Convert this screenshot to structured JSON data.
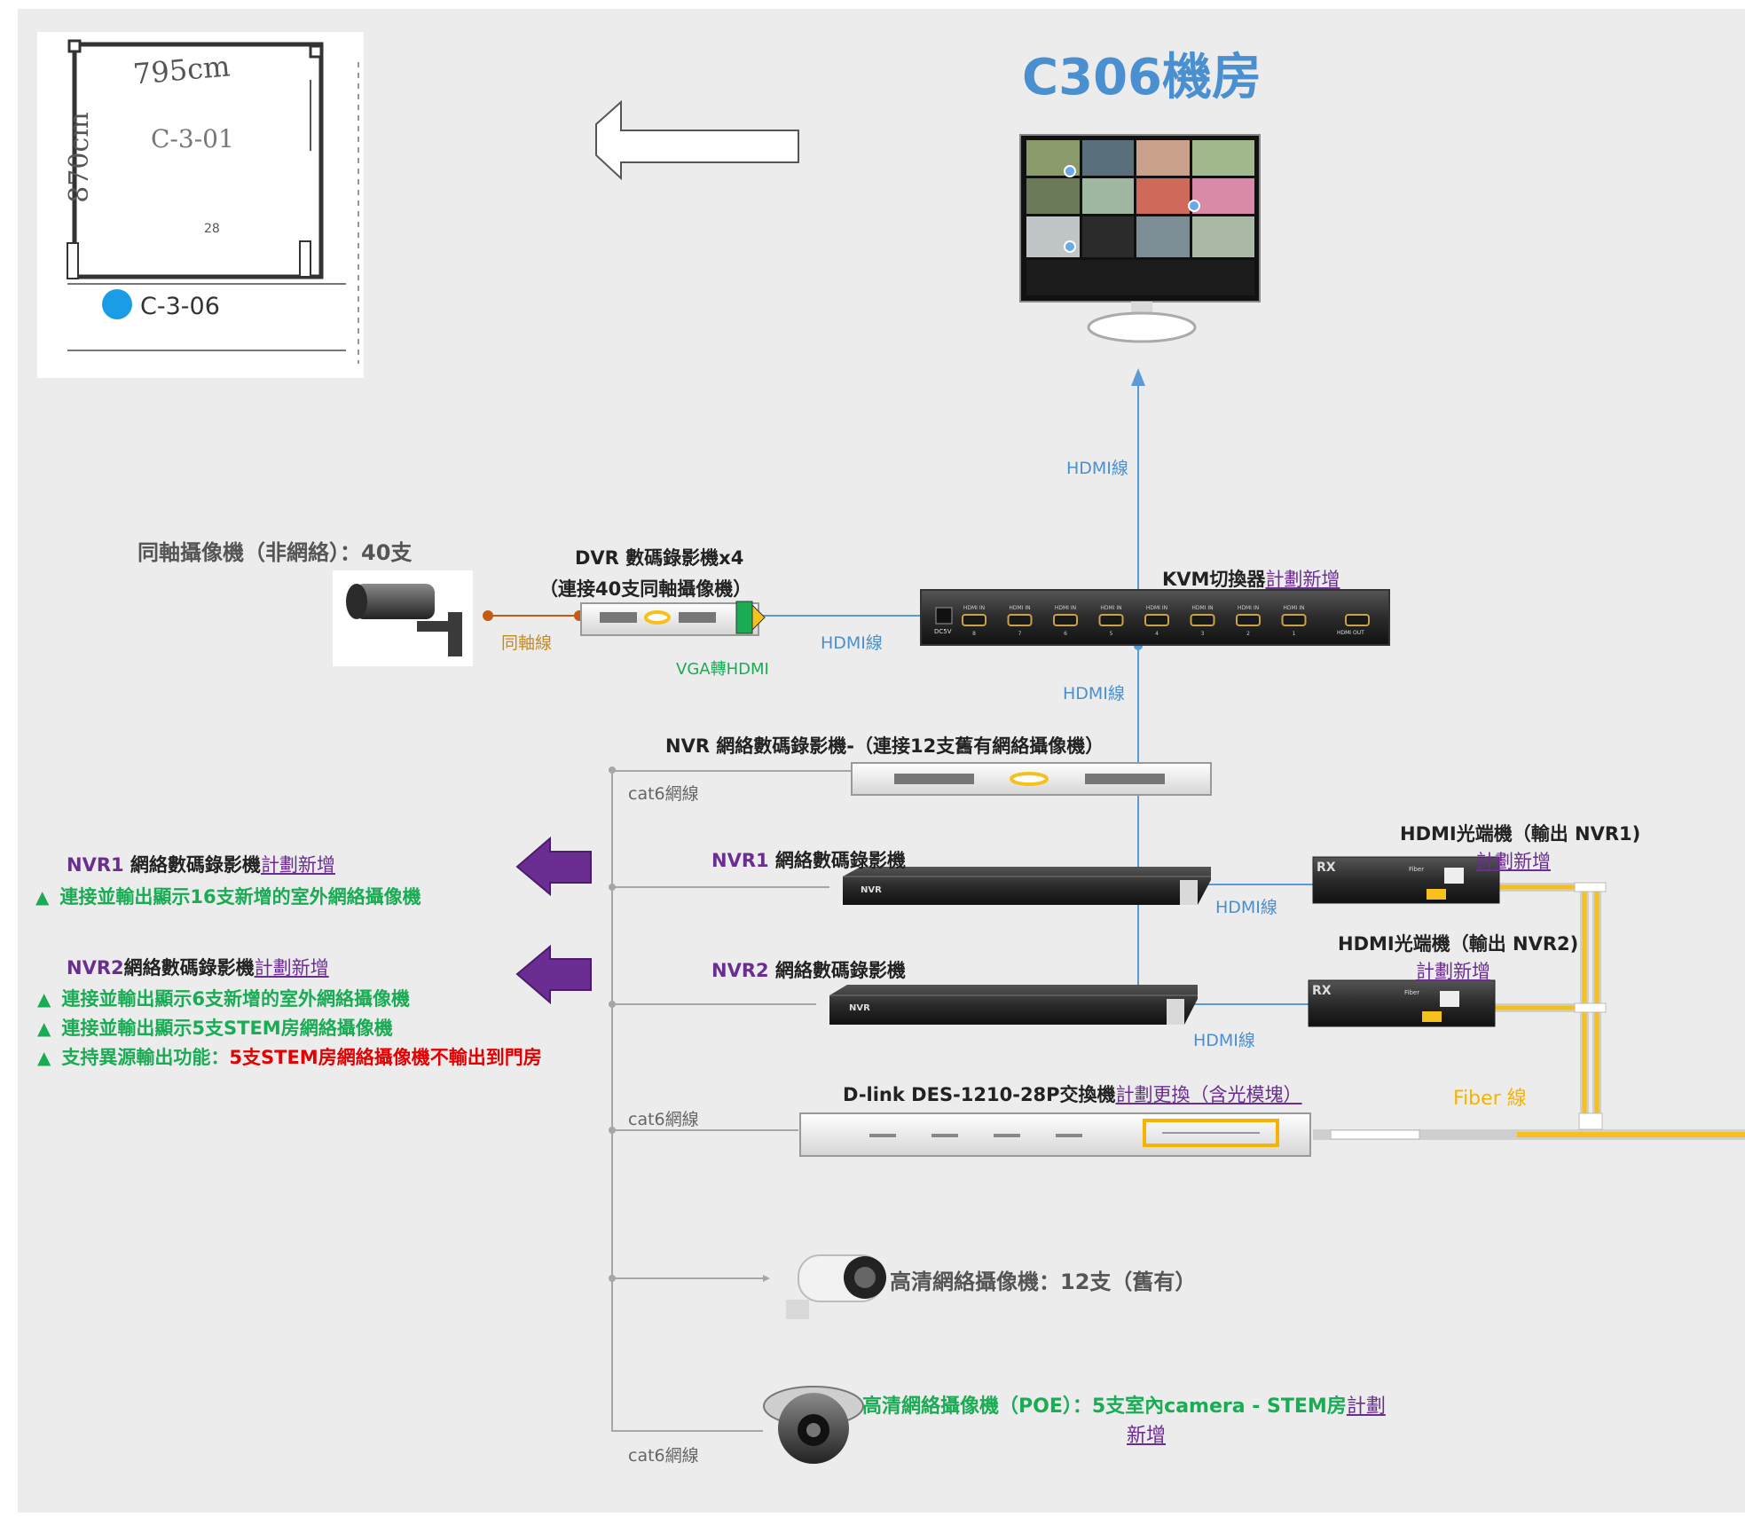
{
  "title": "C306機房",
  "floorplan": {
    "dimension_top": "795cm",
    "dimension_side": "870cm",
    "room_code": "C-3-01",
    "small_mark": "28",
    "room_label": "C-3-06"
  },
  "coax_cameras": {
    "label": "同軸攝像機（非網絡）：40支"
  },
  "dvr": {
    "line1": "DVR 數碼錄影機x4",
    "line2": "（連接40支同軸攝像機）",
    "vga_label": "VGA轉HDMI"
  },
  "cables": {
    "coax": "同軸線",
    "hdmi": "HDMI線",
    "cat6": "cat6網線",
    "fiber": "Fiber 線"
  },
  "kvm": {
    "label": "KVM切換器",
    "plan": "計劃新增",
    "port_inputs": [
      "8",
      "7",
      "6",
      "5",
      "4",
      "3",
      "2",
      "1"
    ],
    "port_in_label": "HDMI IN",
    "port_out_label": "HDMI OUT",
    "dc_label": "DC5V"
  },
  "nvr": {
    "label": "NVR 網絡數碼錄影機-（連接12支舊有網絡攝像機）"
  },
  "nvr1": {
    "prefix": "NVR1",
    "label": " 網絡數碼錄影機",
    "brand": "NVR"
  },
  "nvr2": {
    "prefix": "NVR2",
    "label": " 網絡數碼錄影機",
    "brand": "NVR"
  },
  "notes_nvr1": {
    "prefix": "NVR1",
    "label": " 網絡數碼錄影機",
    "plan": "計劃新增",
    "items": [
      "連接並輸出顯示16支新增的室外網絡攝像機"
    ]
  },
  "notes_nvr2": {
    "prefix": "NVR2",
    "label": "網絡數碼錄影機",
    "plan": "計劃新增",
    "items": [
      "連接並輸出顯示6支新增的室外網絡攝像機",
      "連接並輸出顯示5支STEM房網絡攝像機"
    ],
    "item3_prefix": "支持異源輸出功能：",
    "item3_red": "5支STEM房網絡攝像機不輸出到門房"
  },
  "fiber1": {
    "label": "HDMI光端機（輸出 NVR1)",
    "plan": "計劃新增",
    "rx": "RX",
    "tag": "Fiber"
  },
  "fiber2": {
    "label": "HDMI光端機（輸出 NVR2)",
    "plan": "計劃新增",
    "rx": "RX",
    "tag": "Fiber"
  },
  "switch": {
    "label": "D-link DES-1210-28P交換機",
    "plan": "計劃更換（含光模塊）"
  },
  "hd_camera": {
    "label": "高清網絡攝像機：12支（舊有）"
  },
  "poe_camera": {
    "label": "高清網絡攝像機（POE）：5支室內camera - STEM房",
    "plan1": "計劃",
    "plan2": "新增"
  },
  "colors": {
    "hdmi": "#5b9bd5",
    "cat6": "#a6a6a6",
    "fiber": "#f6c11c",
    "coax": "#c55a11",
    "purple": "#6a2d91",
    "green": "#1aab55"
  },
  "icons": [
    "left-arrow-icon",
    "purple-arrow-icon",
    "triangle-bullet-icon",
    "monitor-icon",
    "camera-icon",
    "dome-camera-icon"
  ]
}
